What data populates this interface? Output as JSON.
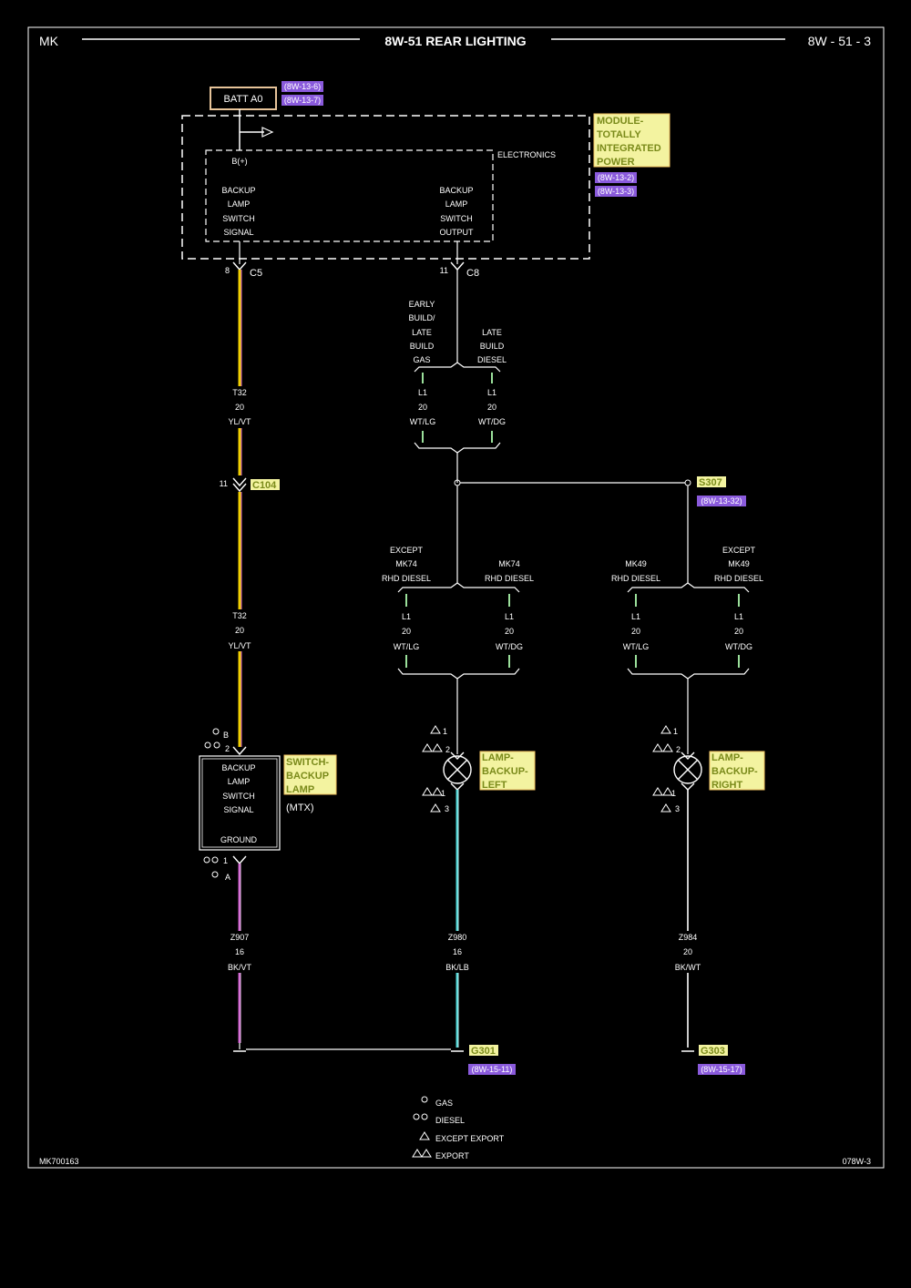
{
  "header": {
    "left_code": "MK",
    "title": "8W-51 REAR LIGHTING",
    "page": "8W - 51 - 3"
  },
  "footer": {
    "left_code": "MK700163",
    "right_code": "078W-3"
  },
  "power": {
    "label": "BATT A0",
    "refs": [
      "(8W-13-6)",
      "(8W-13-7)"
    ]
  },
  "module": {
    "name_lines": [
      "MODULE-",
      "TOTALLY",
      "INTEGRATED",
      "POWER"
    ],
    "refs": [
      "(8W-13-2)",
      "(8W-13-3)"
    ],
    "electronics_label": "ELECTRONICS",
    "bplus": "B(+)",
    "left_pin_lines": [
      "BACKUP",
      "LAMP",
      "SWITCH",
      "SIGNAL"
    ],
    "right_pin_lines": [
      "BACKUP",
      "LAMP",
      "SWITCH",
      "OUTPUT"
    ]
  },
  "connectors": {
    "c5": {
      "pin": "8",
      "name": "C5"
    },
    "c8": {
      "pin": "11",
      "name": "C8"
    },
    "c104": {
      "pin": "11",
      "name": "C104"
    }
  },
  "wires": {
    "t32_upper": [
      "T32",
      "20",
      "YL/VT"
    ],
    "t32_lower": [
      "T32",
      "20",
      "YL/VT"
    ],
    "l1_gas": [
      "L1",
      "20",
      "WT/LG"
    ],
    "l1_diesel": [
      "L1",
      "20",
      "WT/DG"
    ],
    "l1_left_a": [
      "L1",
      "20",
      "WT/LG"
    ],
    "l1_left_b": [
      "L1",
      "20",
      "WT/DG"
    ],
    "l1_right_a": [
      "L1",
      "20",
      "WT/LG"
    ],
    "l1_right_b": [
      "L1",
      "20",
      "WT/DG"
    ],
    "z907": [
      "Z907",
      "16",
      "BK/VT"
    ],
    "z980": [
      "Z980",
      "16",
      "BK/LB"
    ],
    "z984": [
      "Z984",
      "20",
      "BK/WT"
    ]
  },
  "branches": {
    "early": [
      "EARLY",
      "BUILD/",
      "LATE",
      "BUILD",
      "GAS"
    ],
    "late": [
      "LATE",
      "BUILD",
      "DIESEL"
    ],
    "except_mk74": [
      "EXCEPT",
      "MK74",
      "RHD DIESEL"
    ],
    "mk74": [
      "MK74",
      "RHD DIESEL"
    ],
    "mk49": [
      "MK49",
      "RHD DIESEL"
    ],
    "except_mk49": [
      "EXCEPT",
      "MK49",
      "RHD DIESEL"
    ]
  },
  "splice": {
    "name": "S307",
    "ref": "(8W-13-32)"
  },
  "switch": {
    "name_lines": [
      "SWITCH-",
      "BACKUP",
      "LAMP"
    ],
    "note": "(MTX)",
    "pin_lines": [
      "BACKUP",
      "LAMP",
      "SWITCH",
      "SIGNAL"
    ],
    "ground_label": "GROUND",
    "top_pins": [
      "B",
      "2"
    ],
    "bottom_pins": [
      "1",
      "A"
    ]
  },
  "lamp_left": {
    "name_lines": [
      "LAMP-",
      "BACKUP-",
      "LEFT"
    ],
    "pins": [
      "1",
      "2",
      "1",
      "3"
    ]
  },
  "lamp_right": {
    "name_lines": [
      "LAMP-",
      "BACKUP-",
      "RIGHT"
    ],
    "pins": [
      "1",
      "2",
      "1",
      "3"
    ]
  },
  "grounds": {
    "g301": {
      "name": "G301",
      "ref": "(8W-15-11)"
    },
    "g303": {
      "name": "G303",
      "ref": "(8W-15-17)"
    }
  },
  "legend": [
    "GAS",
    "DIESEL",
    "EXCEPT EXPORT",
    "EXPORT"
  ],
  "colors": {
    "wire_yellow_violet": "#f2d000",
    "wire_violet": "#d060d0",
    "wire_light_blue": "#4fd6d6",
    "wire_green": "#9be09b",
    "label_yellow": "#f3f3a0",
    "label_orange": "#f0c060",
    "ref_violet": "#8a5adc",
    "box_border": "#e7c49a"
  }
}
